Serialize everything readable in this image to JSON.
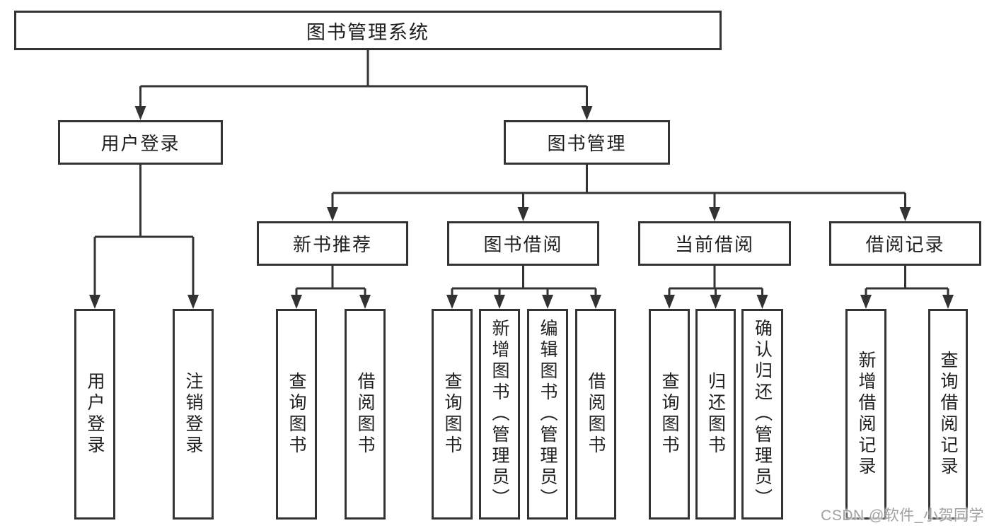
{
  "diagram": {
    "type": "hierarchy-tree",
    "colors": {
      "line": "#333333",
      "text": "#1f1f1f",
      "box_bg": "#ffffff",
      "watermark": "#a0a0a0"
    },
    "watermark": "CSDN @软件_小贺同学",
    "tree": {
      "label": "图书管理系统",
      "children": [
        {
          "label": "用户登录",
          "children": [
            {
              "label": "用户登录"
            },
            {
              "label": "注销登录"
            }
          ]
        },
        {
          "label": "图书管理",
          "children": [
            {
              "label": "新书推荐",
              "children": [
                {
                  "label": "查询图书"
                },
                {
                  "label": "借阅图书"
                }
              ]
            },
            {
              "label": "图书借阅",
              "children": [
                {
                  "label": "查询图书"
                },
                {
                  "label": "新增图书（管理员）"
                },
                {
                  "label": "编辑图书（管理员）"
                },
                {
                  "label": "借阅图书"
                }
              ]
            },
            {
              "label": "当前借阅",
              "children": [
                {
                  "label": "查询图书"
                },
                {
                  "label": "归还图书"
                },
                {
                  "label": "确认归还（管理员）"
                }
              ]
            },
            {
              "label": "借阅记录",
              "children": [
                {
                  "label": "新增借阅记录"
                },
                {
                  "label": "查询借阅记录"
                }
              ]
            }
          ]
        }
      ]
    }
  }
}
